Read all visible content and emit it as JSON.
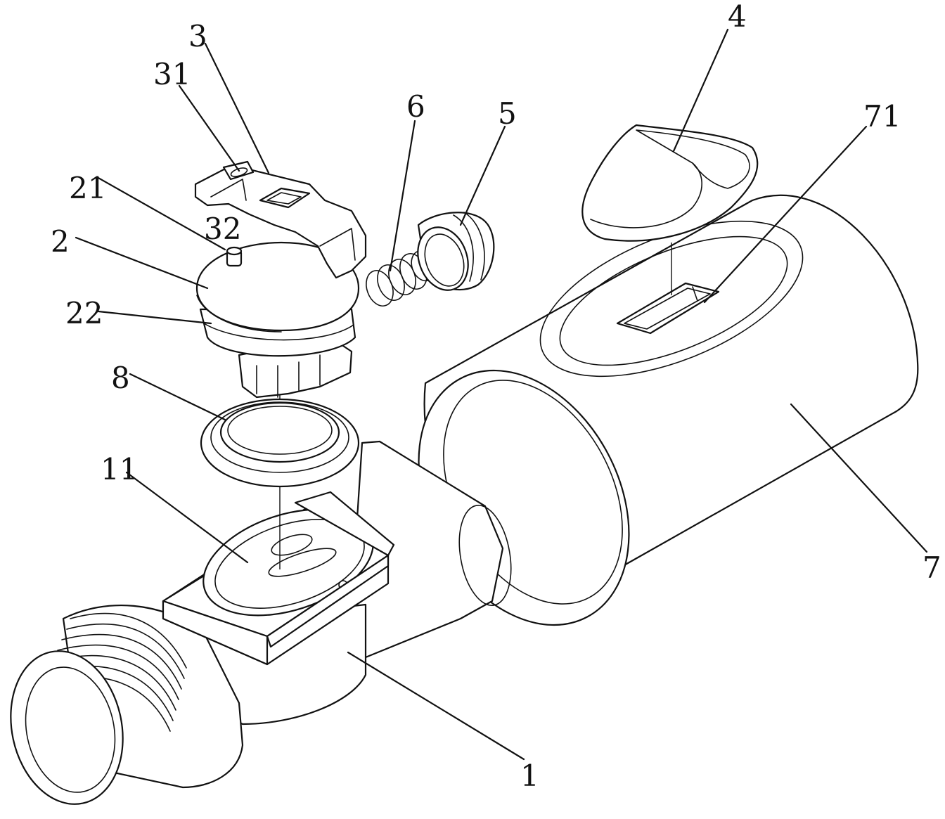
{
  "figure": {
    "labels": {
      "l1": "1",
      "l2": "2",
      "l3": "3",
      "l4": "4",
      "l5": "5",
      "l6": "6",
      "l7": "7",
      "l8": "8",
      "l11": "11",
      "l21": "21",
      "l22": "22",
      "l31": "31",
      "l32": "32",
      "l71": "71"
    }
  }
}
